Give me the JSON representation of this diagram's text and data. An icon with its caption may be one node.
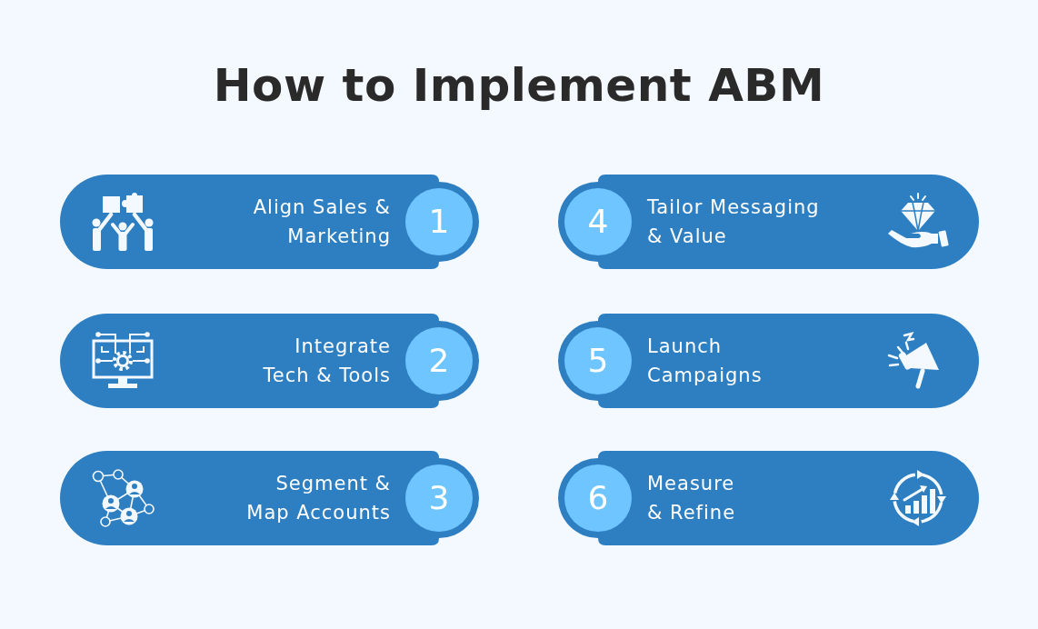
{
  "diagram": {
    "title": "How to Implement ABM",
    "nodes": [
      {
        "text": [
          "Align Sales & Marketing"
        ]
      },
      {
        "text": [
          "1"
        ],
        "in": 0
      },
      {
        "text": [
          "Integrate Tech & Tools"
        ]
      },
      {
        "text": [
          "2"
        ],
        "in": 2
      },
      {
        "text": [
          "Segment & Map Accounts"
        ]
      },
      {
        "text": [
          "3"
        ],
        "in": 4
      },
      {
        "text": [
          "Tailor Messaging & Value"
        ]
      },
      {
        "text": [
          "4"
        ],
        "in": 6
      },
      {
        "text": [
          "Launch Campaigns"
        ]
      },
      {
        "text": [
          "5"
        ],
        "in": 8
      },
      {
        "text": [
          "Measure & Refine"
        ]
      },
      {
        "text": [
          "6"
        ],
        "in": 10
      }
    ]
  }
}
